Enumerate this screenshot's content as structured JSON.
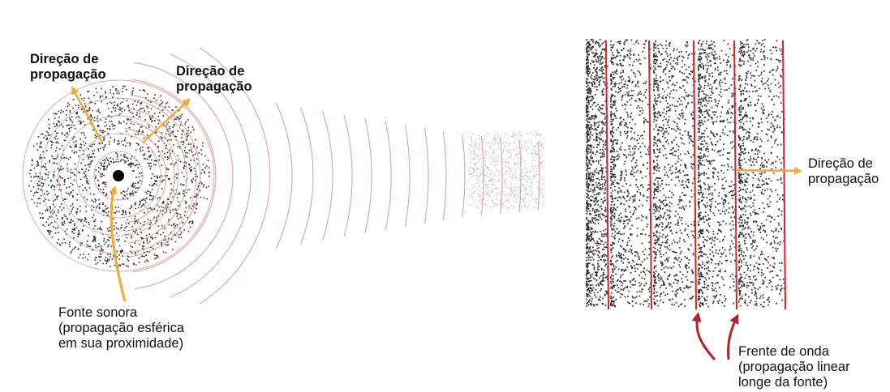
{
  "colors": {
    "wavefront": "#e0a8a8",
    "wavefront_planar": "#d2242b",
    "particles": "#2b2b2b",
    "arrow_direction": "#f2a93b",
    "arrow_front": "#b3232a",
    "source": "#000000"
  },
  "labels": {
    "direction_left": "Direção de\npropagação",
    "direction_middle": "Direção de\npropagação",
    "direction_right": "Direção de\npropagação",
    "source": "Fonte sonora\n(propagação esférica\nem sua proximidade)",
    "wavefront": "Frente de onda\n(propagação linear\nlonge da fonte)"
  }
}
